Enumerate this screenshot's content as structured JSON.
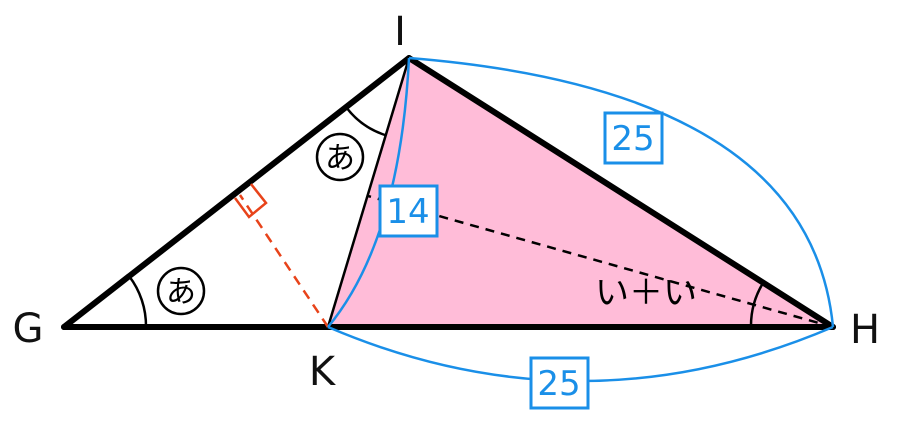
{
  "vertices": {
    "G": "G",
    "I": "I",
    "K": "K",
    "H": "H"
  },
  "measurements": {
    "IH": "25",
    "KH": "25",
    "IK": "14"
  },
  "angle_marks": {
    "angle_G": "あ",
    "angle_GIK": "あ",
    "angle_H": "い＋い"
  },
  "colors": {
    "shade": "#ffbcd8",
    "measure": "#1a8fe8",
    "perpendicular": "#e8431a",
    "outline": "#000000"
  }
}
